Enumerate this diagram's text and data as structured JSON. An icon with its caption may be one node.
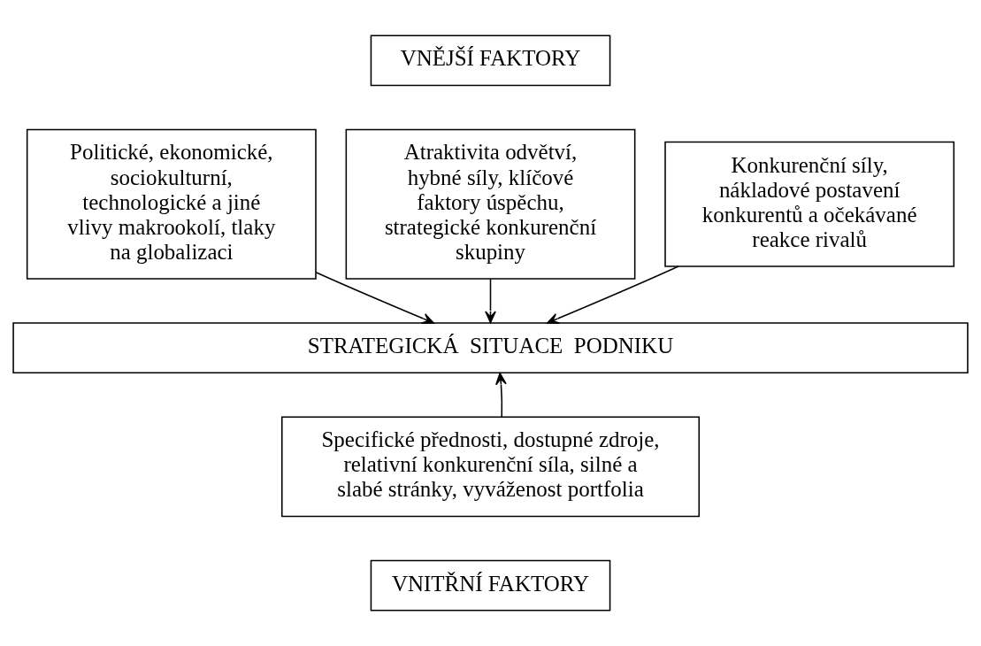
{
  "diagram": {
    "nodes": [
      {
        "text": [
          "VNĚJŠÍ FAKTORY"
        ]
      },
      {
        "text": [
          "Politické, ekonomické, sociokulturní, technologické a jiné vlivy makrookolí, tlaky na globalizaci"
        ]
      },
      {
        "text": [
          "Atraktivita odvětví, hybné síly, klíčové faktory úspěchu, strategické konkurenční skupiny"
        ]
      },
      {
        "text": [
          "Konkurenční síly, nákladové postavení konkurentů a očekávané reakce rivalů"
        ]
      },
      {
        "text": [
          "STRATEGICKÁ  SITUACE  PODNIKU"
        ]
      },
      {
        "text": [
          "Specifické přednosti, dostupné zdroje, relativní konkurenční síla, silné a slabé stránky, vyváženost portfolia"
        ]
      },
      {
        "text": [
          "VNITŘNÍ FAKTORY"
        ]
      }
    ],
    "edges": [
      {
        "from": 1,
        "to": 4,
        "arrow": "to"
      },
      {
        "from": 2,
        "to": 4,
        "arrow": "to"
      },
      {
        "from": 3,
        "to": 4,
        "arrow": "to"
      },
      {
        "from": 5,
        "to": 4,
        "arrow": "to"
      }
    ]
  }
}
